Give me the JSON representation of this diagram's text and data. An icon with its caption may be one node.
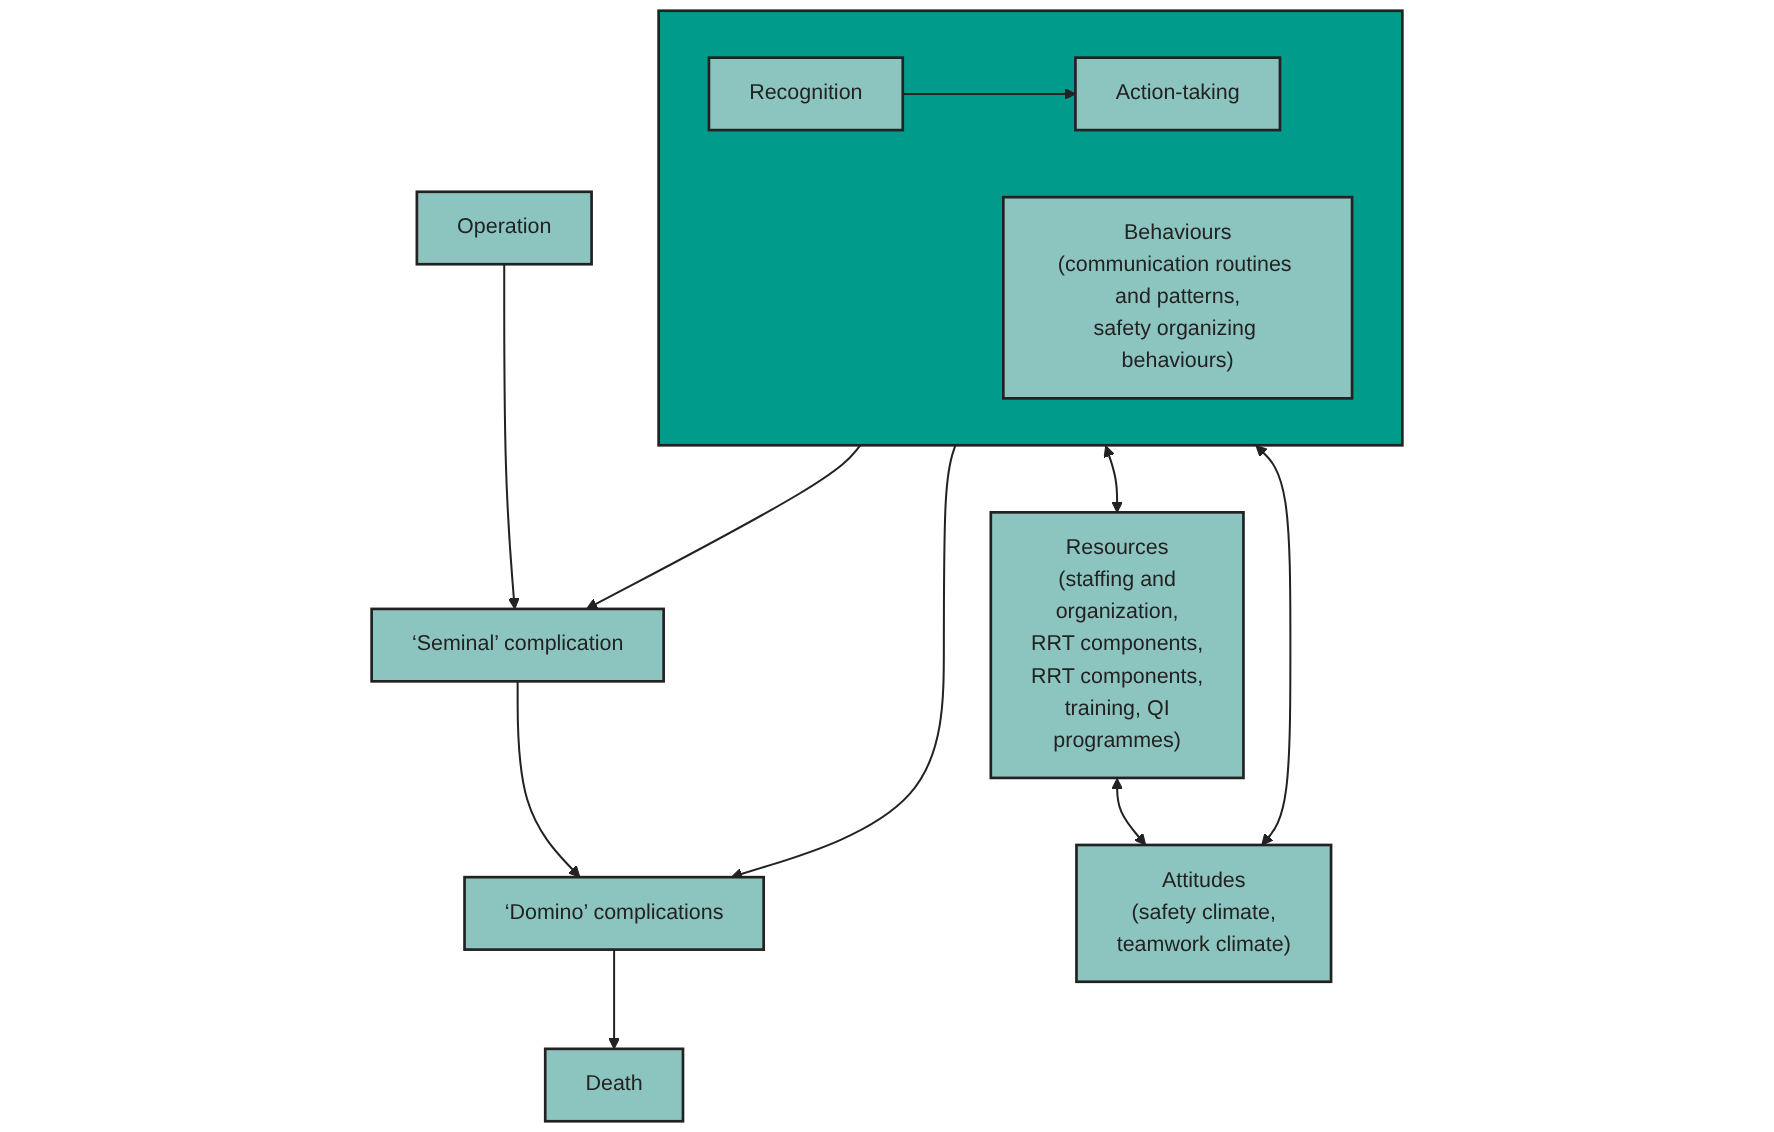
{
  "diagram": {
    "nodes": [
      {
        "text": [
          "Operation"
        ]
      },
      {
        "text": [
          "‘Seminal’ complication"
        ]
      },
      {
        "text": [
          "‘Domino’ complications"
        ]
      },
      {
        "text": [
          "Death"
        ]
      },
      {
        "text": [],
        "shape": "box"
      },
      {
        "text": [
          "Recognition"
        ],
        "in": 4
      },
      {
        "text": [
          "Action-taking"
        ],
        "in": 4
      },
      {
        "text": [
          "Behaviours",
          "(communication routines and patterns, safety organizing behaviours)"
        ],
        "in": 4
      },
      {
        "text": [
          "Resources",
          "(staffing and organization, RRT components, RRT components, training, QI programmes)"
        ]
      },
      {
        "text": [
          "Attitudes",
          "(safety climate, teamwork climate)"
        ]
      }
    ],
    "edges": [
      {
        "from": 0,
        "to": 1,
        "arrow": "to"
      },
      {
        "from": 1,
        "to": 2,
        "arrow": "to"
      },
      {
        "from": 2,
        "to": 3,
        "arrow": "to"
      },
      {
        "from": 4,
        "to": 1,
        "arrow": "to"
      },
      {
        "from": 4,
        "to": 2,
        "arrow": "to"
      },
      {
        "from": 5,
        "to": 6,
        "arrow": "to"
      },
      {
        "from": 4,
        "to": 8,
        "arrow": "both"
      },
      {
        "from": 4,
        "to": 9,
        "arrow": "both"
      },
      {
        "from": 8,
        "to": 9,
        "arrow": "both"
      }
    ]
  }
}
